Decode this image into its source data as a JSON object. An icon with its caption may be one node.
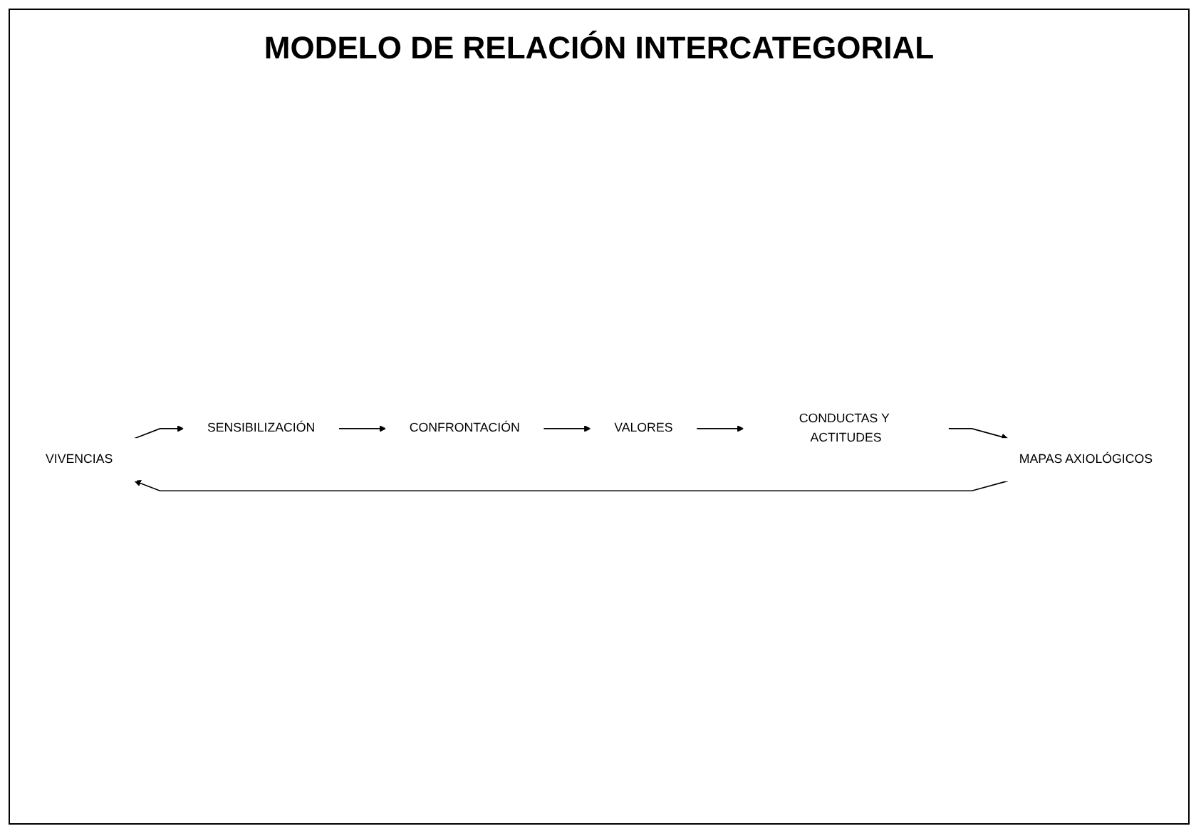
{
  "diagram": {
    "title": "MODELO DE RELACIÓN INTERCATEGORIAL",
    "nodes": [
      {
        "text": [
          "VIVENCIAS"
        ]
      },
      {
        "text": [
          "SENSIBILIZACIÓN"
        ]
      },
      {
        "text": [
          "CONFRONTACIÓN"
        ]
      },
      {
        "text": [
          "VALORES"
        ]
      },
      {
        "text": [
          "CONDUCTAS Y ACTITUDES"
        ]
      },
      {
        "text": [
          "MAPAS AXIOLÓGICOS"
        ]
      }
    ],
    "edges": [
      {
        "from": 0,
        "to": 1,
        "arrow": "to"
      },
      {
        "from": 1,
        "to": 2,
        "arrow": "to"
      },
      {
        "from": 2,
        "to": 3,
        "arrow": "to"
      },
      {
        "from": 3,
        "to": 4,
        "arrow": "to"
      },
      {
        "from": 4,
        "to": 5,
        "arrow": "to"
      },
      {
        "from": 5,
        "to": 0,
        "arrow": "to"
      }
    ]
  }
}
